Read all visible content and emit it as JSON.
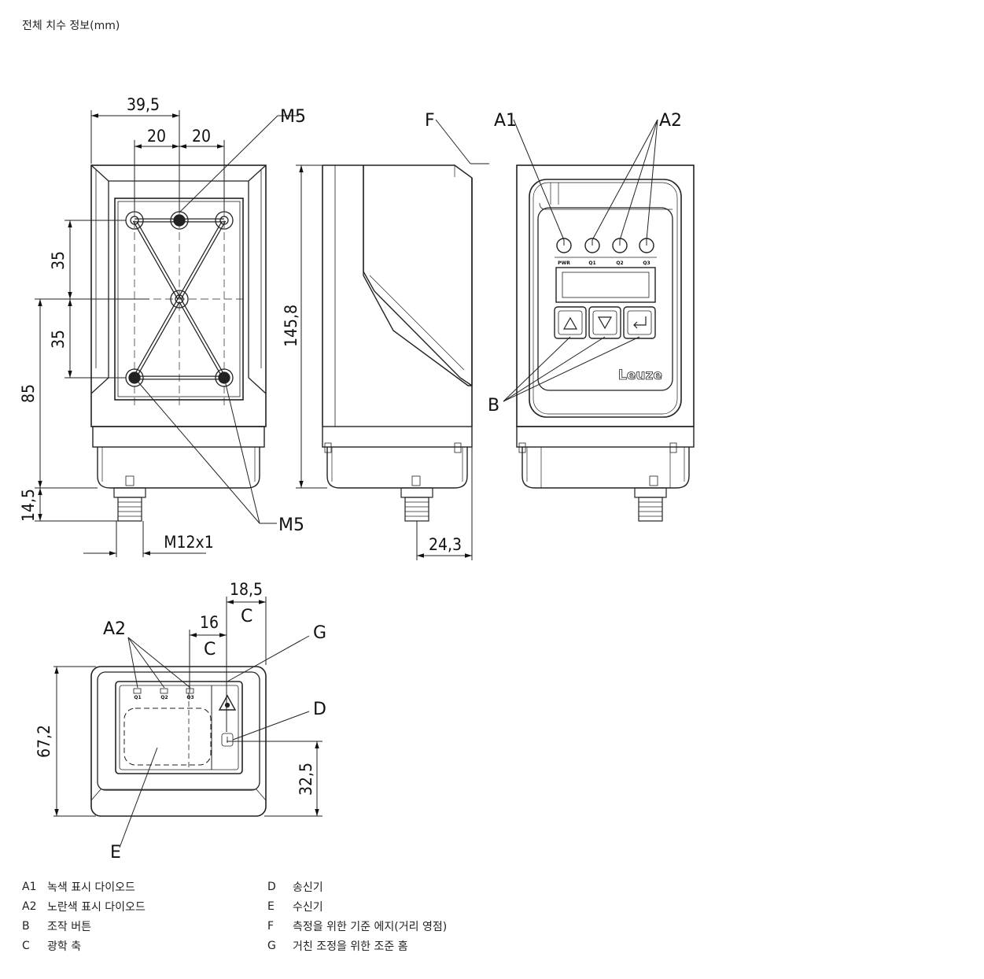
{
  "page_title": "전체 치수 정보(mm)",
  "dimensions": {
    "top_width": "39,5",
    "pitch_left": "20",
    "pitch_right": "20",
    "v_upper": "35",
    "v_lower": "35",
    "height_85": "85",
    "height_14_5": "14,5",
    "thread": "M12x1",
    "total_height": "145,8",
    "connector_offset": "24,3",
    "axis_18_5": "18,5",
    "axis_16": "16",
    "front_height": "67,2",
    "front_32_5": "32,5"
  },
  "callouts": {
    "m5_top": "M5",
    "m5_bottom": "M5",
    "f": "F",
    "a1": "A1",
    "a2_side": "A2",
    "b": "B",
    "a2_front": "A2",
    "c_outer": "C",
    "c_inner": "C",
    "g": "G",
    "d": "D",
    "e": "E"
  },
  "panel": {
    "led_labels": [
      "PWR",
      "Q1",
      "Q2",
      "Q3"
    ],
    "brand": "Leuze",
    "window_led_labels": [
      "Q1",
      "Q2",
      "Q3"
    ]
  },
  "legend": [
    {
      "key": "A1",
      "text": "녹색 표시 다이오드"
    },
    {
      "key": "A2",
      "text": "노란색 표시 다이오드"
    },
    {
      "key": "B",
      "text": "조작 버튼"
    },
    {
      "key": "C",
      "text": "광학 축"
    },
    {
      "key": "D",
      "text": "송신기"
    },
    {
      "key": "E",
      "text": "수신기"
    },
    {
      "key": "F",
      "text": "측정을 위한 기준 에지(거리 영점)"
    },
    {
      "key": "G",
      "text": "거친 조정을 위한 조준 홈"
    }
  ]
}
